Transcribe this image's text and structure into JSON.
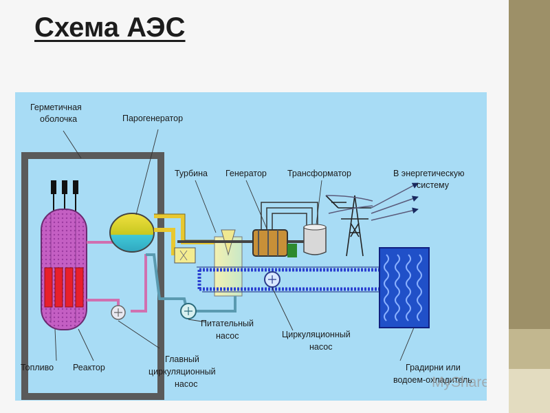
{
  "slide": {
    "title": "Схема АЭС"
  },
  "diagram": {
    "labels": {
      "containment_line1": "Герметичная",
      "containment_line2": "оболочка",
      "steam_generator": "Парогенератор",
      "turbine": "Турбина",
      "generator": "Генератор",
      "transformer": "Трансформатор",
      "energy_system_line1": "В энергетическую",
      "energy_system_line2": "систему",
      "feed_pump_line1": "Питательный",
      "feed_pump_line2": "насос",
      "circulation_pump_line1": "Циркуляционный",
      "circulation_pump_line2": "насос",
      "main_pump_line1": "Главный",
      "main_pump_line2": "циркуляционный",
      "main_pump_line3": "насос",
      "fuel": "Топливо",
      "reactor": "Реактор",
      "cooling_line1": "Градирни или",
      "cooling_line2": "водоем-охладитель"
    },
    "colors": {
      "background": "#a8dcf5",
      "reactor": "#c060c0",
      "fuel_rods": "#e8202a",
      "primary_loop": "#d070b0",
      "steam_loop": "#e8c830",
      "feed_loop": "#5a9ab0",
      "cooling_water": "#2a3fd0",
      "condenser": "#2050c8"
    }
  },
  "watermark": {
    "text": "MyShared"
  }
}
